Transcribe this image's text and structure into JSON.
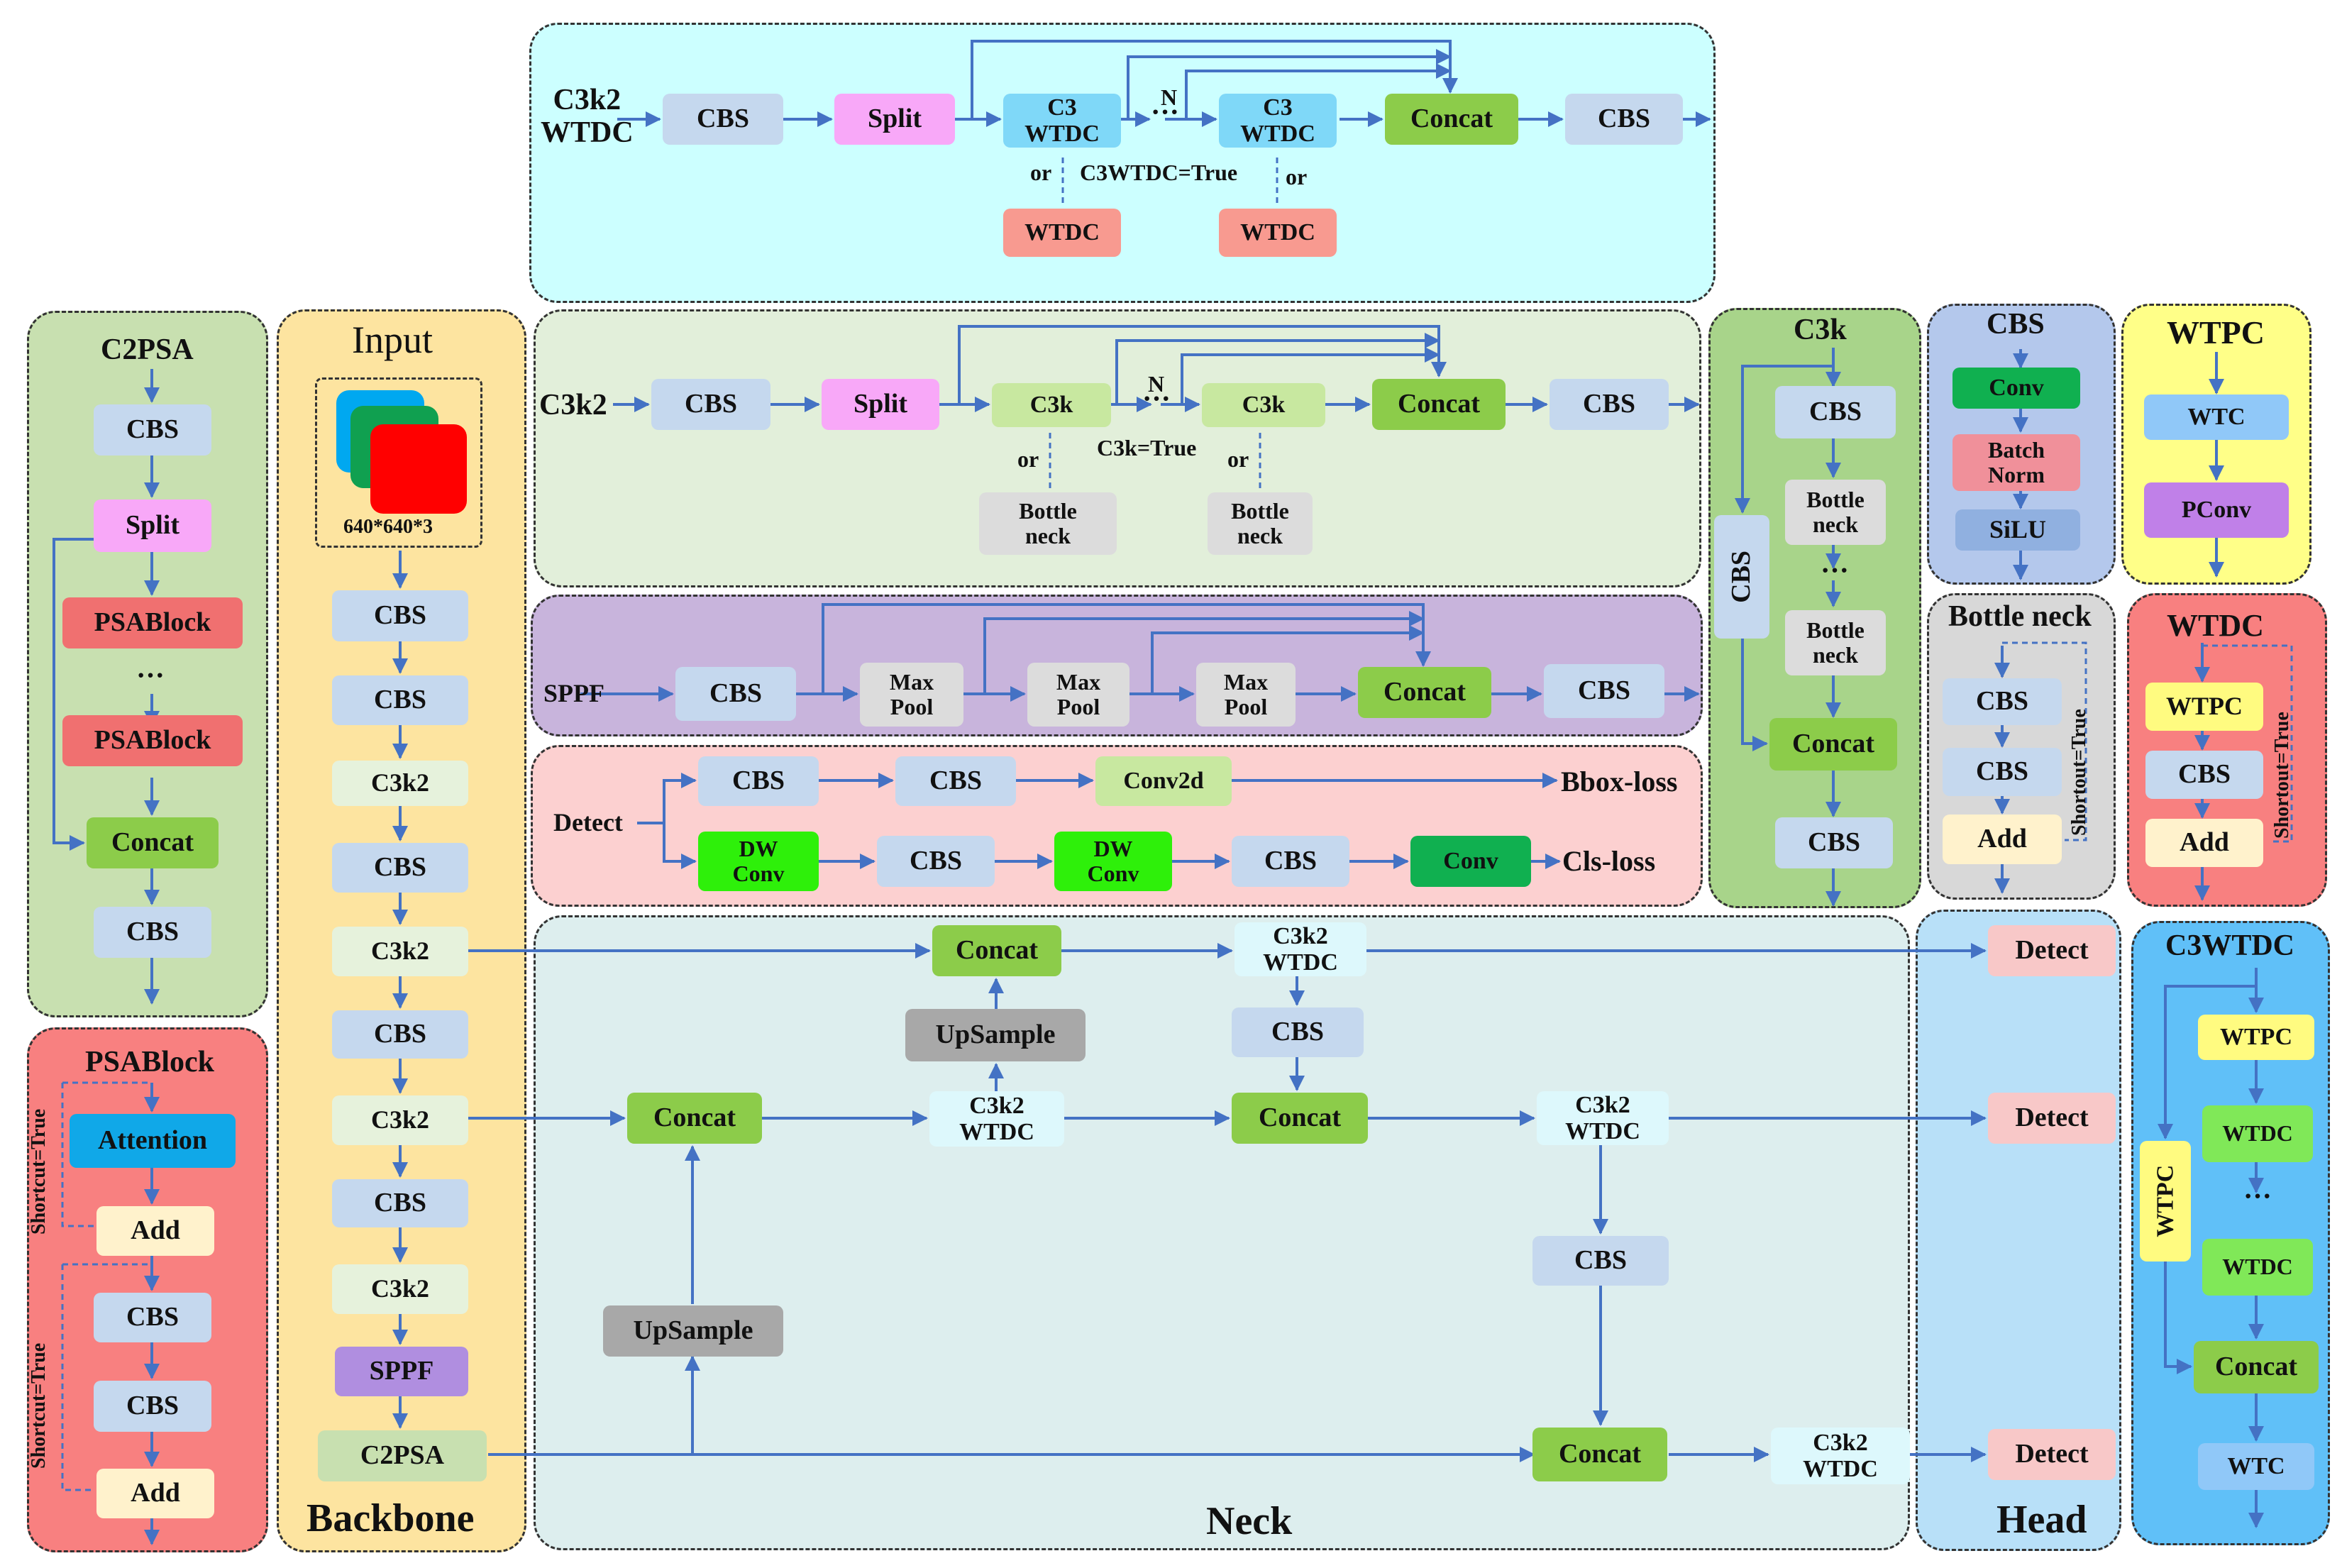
{
  "colors": {
    "cbs": "#c5d8ee",
    "split": "#f8a8f8",
    "c3wtdc": "#7fd8f8",
    "wtdc_small": "#f89a90",
    "concat": "#8ccc4a",
    "c3k": "#c8e8a0",
    "bottle": "#dcdcdc",
    "c3k2": "#e6f2dc",
    "conv_green": "#10b050",
    "dwconv": "#2ef00a",
    "conv2d": "#c8e8a0",
    "upsample": "#a8a8a8",
    "detect": "#f8c8c8",
    "c3k2wtdc": "#ddf8fc",
    "sppf": "#b08ee0",
    "c2psa": "#c8e0b0",
    "psablock": "#f07070",
    "attention": "#10a8e8",
    "add": "#fff2cc",
    "batchnorm": "#f0909a",
    "silu": "#90b0e0",
    "wtc": "#90c8f8",
    "pconv": "#c080e8",
    "wtpc": "#fffb80",
    "wtdc_big": "#80e858",
    "bg_c3k2wtdc": "#ccffff",
    "bg_c3k2": "#e2efda",
    "bg_sppf": "#c8b4dc",
    "bg_detect": "#fcd0d0",
    "bg_neck": "#ddeeee",
    "bg_backbone": "#fde4a0",
    "bg_c2psa": "#c8e0b0",
    "bg_psablock": "#f88080",
    "bg_c3k": "#a8d48a",
    "bg_cbs": "#b4c8ec",
    "bg_wtpc": "#ffff88",
    "bg_bottleneck": "#d8d8d8",
    "bg_wtdc": "#f88080",
    "bg_head": "#b8e0f8",
    "bg_c3wtdc": "#60c0f8",
    "arrow": "#4472c4"
  },
  "boxes": [
    {
      "id": "c3k2w-cbs1",
      "label": "CBS",
      "fill": "cbs"
    },
    {
      "id": "c3k2w-split",
      "label": "Split",
      "fill": "split"
    },
    {
      "id": "c3k2w-c3a",
      "label": "C3\nWTDC",
      "fill": "c3wtdc"
    },
    {
      "id": "c3k2w-c3b",
      "label": "C3\nWTDC",
      "fill": "c3wtdc"
    },
    {
      "id": "c3k2w-concat",
      "label": "Concat",
      "fill": "concat"
    },
    {
      "id": "c3k2w-cbs2",
      "label": "CBS",
      "fill": "cbs"
    },
    {
      "id": "c3k2w-wtdc-a",
      "label": "WTDC",
      "fill": "wtdc_small"
    },
    {
      "id": "c3k2w-wtdc-b",
      "label": "WTDC",
      "fill": "wtdc_small"
    },
    {
      "id": "c3k2-cbs1",
      "label": "CBS",
      "fill": "cbs"
    },
    {
      "id": "c3k2-split",
      "label": "Split",
      "fill": "split"
    },
    {
      "id": "c3k2-c3k-a",
      "label": "C3k",
      "fill": "c3k"
    },
    {
      "id": "c3k2-c3k-b",
      "label": "C3k",
      "fill": "c3k"
    },
    {
      "id": "c3k2-concat",
      "label": "Concat",
      "fill": "concat"
    },
    {
      "id": "c3k2-cbs2",
      "label": "CBS",
      "fill": "cbs"
    },
    {
      "id": "c3k2-bn-a",
      "label": "Bottle\nneck",
      "fill": "bottle"
    },
    {
      "id": "c3k2-bn-b",
      "label": "Bottle\nneck",
      "fill": "bottle"
    },
    {
      "id": "sppf-cbs1",
      "label": "CBS",
      "fill": "cbs"
    },
    {
      "id": "sppf-mp1",
      "label": "Max\nPool",
      "fill": "bottle"
    },
    {
      "id": "sppf-mp2",
      "label": "Max\nPool",
      "fill": "bottle"
    },
    {
      "id": "sppf-mp3",
      "label": "Max\nPool",
      "fill": "bottle"
    },
    {
      "id": "sppf-concat",
      "label": "Concat",
      "fill": "concat"
    },
    {
      "id": "sppf-cbs2",
      "label": "CBS",
      "fill": "cbs"
    },
    {
      "id": "det-cbs1",
      "label": "CBS",
      "fill": "cbs"
    },
    {
      "id": "det-cbs2",
      "label": "CBS",
      "fill": "cbs"
    },
    {
      "id": "det-conv2d",
      "label": "Conv2d",
      "fill": "conv2d"
    },
    {
      "id": "det-dw1",
      "label": "DW\nConv",
      "fill": "dwconv"
    },
    {
      "id": "det-cbs3",
      "label": "CBS",
      "fill": "cbs"
    },
    {
      "id": "det-dw2",
      "label": "DW\nConv",
      "fill": "dwconv"
    },
    {
      "id": "det-cbs4",
      "label": "CBS",
      "fill": "cbs"
    },
    {
      "id": "det-conv",
      "label": "Conv",
      "fill": "conv_green"
    },
    {
      "id": "c2psa-cbs1",
      "label": "CBS",
      "fill": "cbs"
    },
    {
      "id": "c2psa-split",
      "label": "Split",
      "fill": "split"
    },
    {
      "id": "c2psa-psa1",
      "label": "PSABlock",
      "fill": "psablock"
    },
    {
      "id": "c2psa-psa2",
      "label": "PSABlock",
      "fill": "psablock"
    },
    {
      "id": "c2psa-concat",
      "label": "Concat",
      "fill": "concat"
    },
    {
      "id": "c2psa-cbs2",
      "label": "CBS",
      "fill": "cbs"
    },
    {
      "id": "psab-attention",
      "label": "Attention",
      "fill": "attention"
    },
    {
      "id": "psab-add1",
      "label": "Add",
      "fill": "add"
    },
    {
      "id": "psab-cbs1",
      "label": "CBS",
      "fill": "cbs"
    },
    {
      "id": "psab-cbs2",
      "label": "CBS",
      "fill": "cbs"
    },
    {
      "id": "psab-add2",
      "label": "Add",
      "fill": "add"
    },
    {
      "id": "bb-cbs1",
      "label": "CBS",
      "fill": "cbs"
    },
    {
      "id": "bb-cbs2",
      "label": "CBS",
      "fill": "cbs"
    },
    {
      "id": "bb-c3k2-1",
      "label": "C3k2",
      "fill": "c3k2"
    },
    {
      "id": "bb-cbs3",
      "label": "CBS",
      "fill": "cbs"
    },
    {
      "id": "bb-c3k2-2",
      "label": "C3k2",
      "fill": "c3k2"
    },
    {
      "id": "bb-cbs4",
      "label": "CBS",
      "fill": "cbs"
    },
    {
      "id": "bb-c3k2-3",
      "label": "C3k2",
      "fill": "c3k2"
    },
    {
      "id": "bb-cbs5",
      "label": "CBS",
      "fill": "cbs"
    },
    {
      "id": "bb-c3k2-4",
      "label": "C3k2",
      "fill": "c3k2"
    },
    {
      "id": "bb-sppf",
      "label": "SPPF",
      "fill": "sppf"
    },
    {
      "id": "bb-c2psa",
      "label": "C2PSA",
      "fill": "c2psa"
    },
    {
      "id": "nk-concat1",
      "label": "Concat",
      "fill": "concat"
    },
    {
      "id": "nk-upsample1",
      "label": "UpSample",
      "fill": "upsample"
    },
    {
      "id": "nk-c3k2w1",
      "label": "C3k2\nWTDC",
      "fill": "c3k2wtdc"
    },
    {
      "id": "nk-concat2",
      "label": "Concat",
      "fill": "concat"
    },
    {
      "id": "nk-upsample2",
      "label": "UpSample",
      "fill": "upsample"
    },
    {
      "id": "nk-c3k2w2",
      "label": "C3k2\nWTDC",
      "fill": "c3k2wtdc"
    },
    {
      "id": "nk-cbs1",
      "label": "CBS",
      "fill": "cbs"
    },
    {
      "id": "nk-concat3",
      "label": "Concat",
      "fill": "concat"
    },
    {
      "id": "nk-c3k2w3",
      "label": "C3k2\nWTDC",
      "fill": "c3k2wtdc"
    },
    {
      "id": "nk-cbs2",
      "label": "CBS",
      "fill": "cbs"
    },
    {
      "id": "nk-concat4",
      "label": "Concat",
      "fill": "concat"
    },
    {
      "id": "nk-c3k2w4",
      "label": "C3k2\nWTDC",
      "fill": "c3k2wtdc"
    },
    {
      "id": "c3k-cbs1",
      "label": "CBS",
      "fill": "cbs"
    },
    {
      "id": "c3k-bn1",
      "label": "Bottle\nneck",
      "fill": "bottle"
    },
    {
      "id": "c3k-bn2",
      "label": "Bottle\nneck",
      "fill": "bottle"
    },
    {
      "id": "c3k-cbs-side",
      "label": "CBS",
      "fill": "cbs"
    },
    {
      "id": "c3k-concat",
      "label": "Concat",
      "fill": "concat"
    },
    {
      "id": "c3k-cbs2",
      "label": "CBS",
      "fill": "cbs"
    },
    {
      "id": "cbs-conv",
      "label": "Conv",
      "fill": "conv_green"
    },
    {
      "id": "cbs-bn",
      "label": "Batch\nNorm",
      "fill": "batchnorm"
    },
    {
      "id": "cbs-silu",
      "label": "SiLU",
      "fill": "silu"
    },
    {
      "id": "wtpc-wtc",
      "label": "WTC",
      "fill": "wtc"
    },
    {
      "id": "wtpc-pconv",
      "label": "PConv",
      "fill": "pconv"
    },
    {
      "id": "bn-cbs1",
      "label": "CBS",
      "fill": "cbs"
    },
    {
      "id": "bn-cbs2",
      "label": "CBS",
      "fill": "cbs"
    },
    {
      "id": "bn-add",
      "label": "Add",
      "fill": "add"
    },
    {
      "id": "wtdc-wtpc",
      "label": "WTPC",
      "fill": "wtpc"
    },
    {
      "id": "wtdc-cbs",
      "label": "CBS",
      "fill": "cbs"
    },
    {
      "id": "wtdc-add",
      "label": "Add",
      "fill": "add"
    },
    {
      "id": "head-det1",
      "label": "Detect",
      "fill": "detect"
    },
    {
      "id": "head-det2",
      "label": "Detect",
      "fill": "detect"
    },
    {
      "id": "head-det3",
      "label": "Detect",
      "fill": "detect"
    },
    {
      "id": "c3w-wtpc",
      "label": "WTPC",
      "fill": "wtpc"
    },
    {
      "id": "c3w-wtdc1",
      "label": "WTDC",
      "fill": "wtdc_big"
    },
    {
      "id": "c3w-wtdc2",
      "label": "WTDC",
      "fill": "wtdc_big"
    },
    {
      "id": "c3w-wtpc-side",
      "label": "WTPC",
      "fill": "wtpc"
    },
    {
      "id": "c3w-concat",
      "label": "Concat",
      "fill": "concat"
    },
    {
      "id": "c3w-wtc",
      "label": "WTC",
      "fill": "wtc"
    }
  ],
  "labels": [
    {
      "id": "lbl-c3k2wtdc",
      "text": "C3k2\nWTDC"
    },
    {
      "id": "lbl-n1",
      "text": "N"
    },
    {
      "id": "lbl-dots1",
      "text": "···"
    },
    {
      "id": "lbl-or1",
      "text": "or"
    },
    {
      "id": "lbl-or2",
      "text": "or"
    },
    {
      "id": "lbl-c3wtdc-true",
      "text": "C3WTDC=True"
    },
    {
      "id": "lbl-c3k2",
      "text": "C3k2"
    },
    {
      "id": "lbl-n2",
      "text": "N"
    },
    {
      "id": "lbl-dots2",
      "text": "···"
    },
    {
      "id": "lbl-or3",
      "text": "or"
    },
    {
      "id": "lbl-or4",
      "text": "or"
    },
    {
      "id": "lbl-c3k-true",
      "text": "C3k=True"
    },
    {
      "id": "lbl-sppf",
      "text": "SPPF"
    },
    {
      "id": "lbl-detect",
      "text": "Detect"
    },
    {
      "id": "lbl-bbox",
      "text": "Bbox-loss"
    },
    {
      "id": "lbl-cls",
      "text": "Cls-loss"
    },
    {
      "id": "lbl-c2psa",
      "text": "C2PSA"
    },
    {
      "id": "lbl-dots3",
      "text": "···"
    },
    {
      "id": "lbl-psablock",
      "text": "PSABlock"
    },
    {
      "id": "lbl-shortcut1",
      "text": "Shortcut=True"
    },
    {
      "id": "lbl-shortcut2",
      "text": "Shortcut=True"
    },
    {
      "id": "lbl-input",
      "text": "Input"
    },
    {
      "id": "lbl-size",
      "text": "640*640*3"
    },
    {
      "id": "lbl-backbone",
      "text": "Backbone"
    },
    {
      "id": "lbl-neck",
      "text": "Neck"
    },
    {
      "id": "lbl-head",
      "text": "Head"
    },
    {
      "id": "lbl-c3k",
      "text": "C3k"
    },
    {
      "id": "lbl-dots4",
      "text": "···"
    },
    {
      "id": "lbl-cbs",
      "text": "CBS"
    },
    {
      "id": "lbl-wtpc",
      "text": "WTPC"
    },
    {
      "id": "lbl-bottleneck",
      "text": "Bottle neck"
    },
    {
      "id": "lbl-shortout1",
      "text": "Shortout=True"
    },
    {
      "id": "lbl-wtdc",
      "text": "WTDC"
    },
    {
      "id": "lbl-shortout2",
      "text": "Shortout=True"
    },
    {
      "id": "lbl-c3wtdc",
      "text": "C3WTDC"
    },
    {
      "id": "lbl-dots5",
      "text": "···"
    }
  ]
}
